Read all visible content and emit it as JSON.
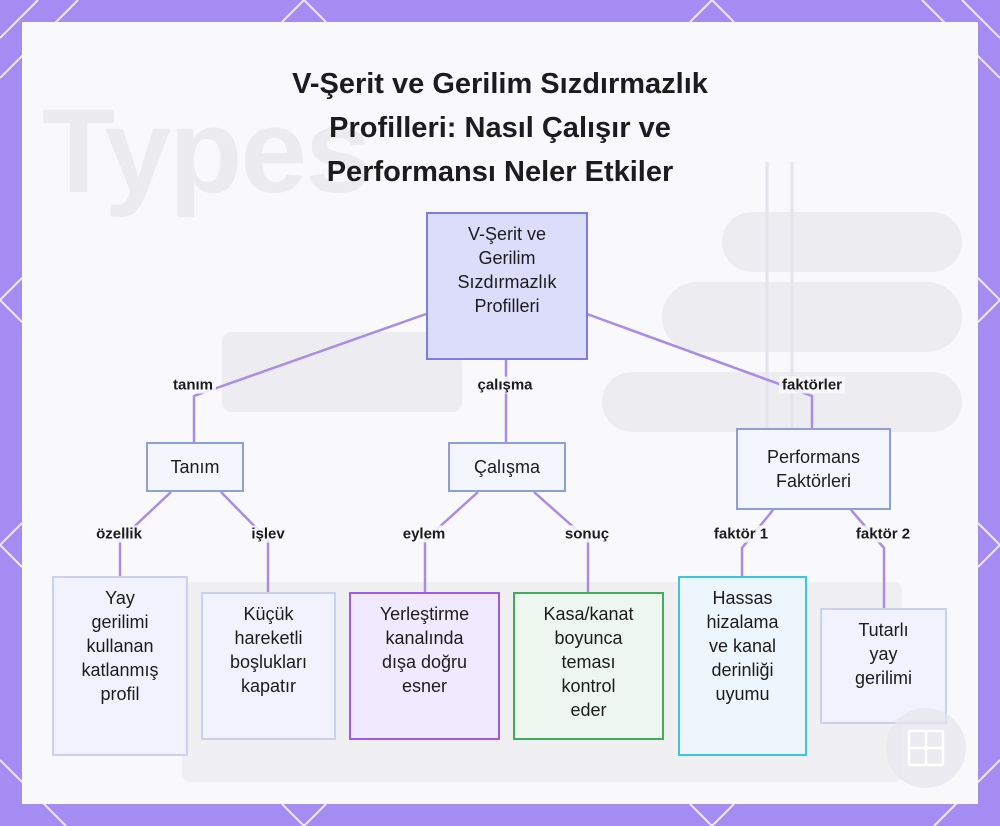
{
  "title": "V-Şerit ve Gerilim Sızdırmazlık\nProfilleri: Nasıl Çalışır ve\nPerformansı Neler Etkiler",
  "colors": {
    "frame": "#a58cf2",
    "card": "#f9f9fb",
    "connector": "#a98be8",
    "root_fill": "#dcdcfb",
    "root_border": "#7c7ce6",
    "purple_border": "#9f5be6",
    "green_border": "#3fae5a",
    "cyan_border": "#3cc4e6"
  },
  "nodes": {
    "root": "V-Şerit ve\nGerilim\nSızdırmazlık\nProfilleri",
    "tanim": "Tanım",
    "calisma": "Çalışma",
    "faktorler": "Performans\nFaktörleri",
    "leaf1": "Yay\ngerilimi\nkullanan\nkatlanmış\nprofil",
    "leaf2": "Küçük\nhareketli\nboşlukları\nkapatır",
    "leaf3": "Yerleştirme\nkanalında\ndışa doğru\nesner",
    "leaf4": "Kasa/kanat\nboyunca\nteması\nkontrol\neder",
    "leaf5": "Hassas\nhizalama\nve kanal\nderinliği\nuyumu",
    "leaf6": "Tutarlı\nyay\ngerilimi"
  },
  "edges": {
    "tanim": "tanım",
    "calisma": "çalışma",
    "faktorler": "faktörler",
    "ozellik": "özellik",
    "islev": "işlev",
    "eylem": "eylem",
    "sonuc": "sonuç",
    "faktor1": "faktör 1",
    "faktor2": "faktör 2"
  },
  "icons": {
    "logo": "document-logo-icon"
  }
}
